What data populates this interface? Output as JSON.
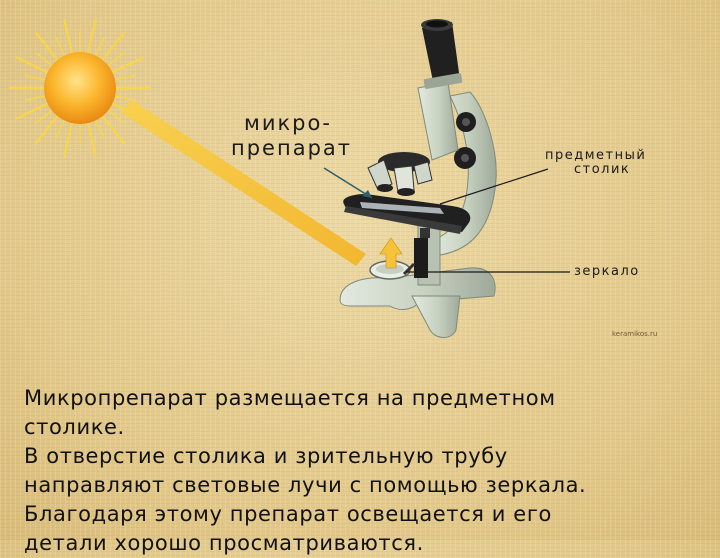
{
  "labels": {
    "micro_line1": "микро-",
    "micro_line2": "препарат",
    "stage_line1": "предметный",
    "stage_line2": "столик",
    "mirror": "зеркало"
  },
  "watermark": "keramikos.ru",
  "caption": [
    "Микропрепарат размещается на предметном",
    "столике.",
    "В отверстие столика и зрительную трубу",
    "направляют световые лучи с помощью зеркала.",
    "Благодаря этому препарат освещается и его",
    "детали хорошо просматриваются."
  ],
  "colors": {
    "background": "#e6cf94",
    "sun": "#f6a21e",
    "sun_ray": "#f8d64a",
    "light_beam": "#f6c23a",
    "microscope_body": "#c9d2c2",
    "eyepiece": "#1e1e1e"
  },
  "icons": [
    "sun-icon",
    "microscope-icon",
    "light-beam-arrow-icon"
  ]
}
